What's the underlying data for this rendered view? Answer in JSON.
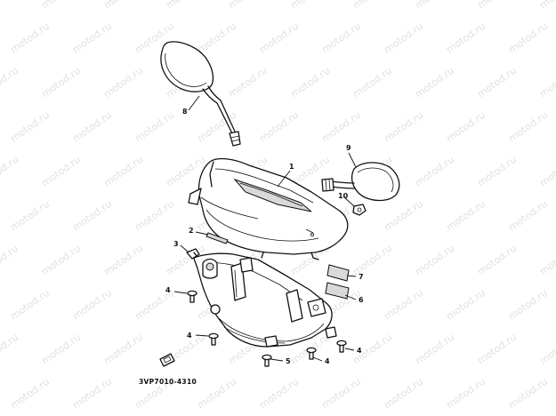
{
  "watermark": "motod.ru",
  "diagram": {
    "code": "3VP7010-4310",
    "callouts": {
      "c1": "1",
      "c2": "2",
      "c3": "3",
      "c4a": "4",
      "c4b": "4",
      "c4c": "4",
      "c4d": "4",
      "c5": "5",
      "c6": "6",
      "c7": "7",
      "c8": "8",
      "c9": "9",
      "c10": "10"
    }
  }
}
